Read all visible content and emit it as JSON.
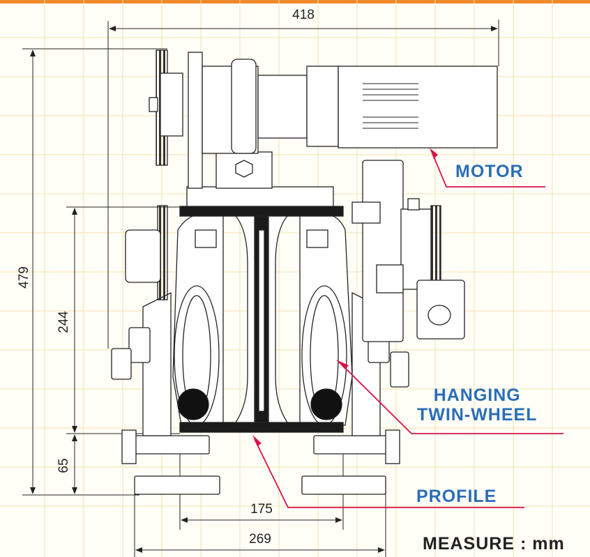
{
  "dimensions": {
    "overall_width": "418",
    "overall_height": "479",
    "profile_height": "244",
    "base_height": "65",
    "wheel_span": "175",
    "base_width": "269"
  },
  "labels": {
    "motor": "MOTOR",
    "hanging_line1": "HANGING",
    "hanging_line2": "TWIN-WHEEL",
    "profile": "PROFILE"
  },
  "footer": {
    "measure": "MEASURE : mm"
  },
  "colors": {
    "accent_orange": "#f08a2a",
    "callout_blue": "#2a6db8",
    "leader_red": "#d8124a",
    "line_dark": "#222222"
  }
}
